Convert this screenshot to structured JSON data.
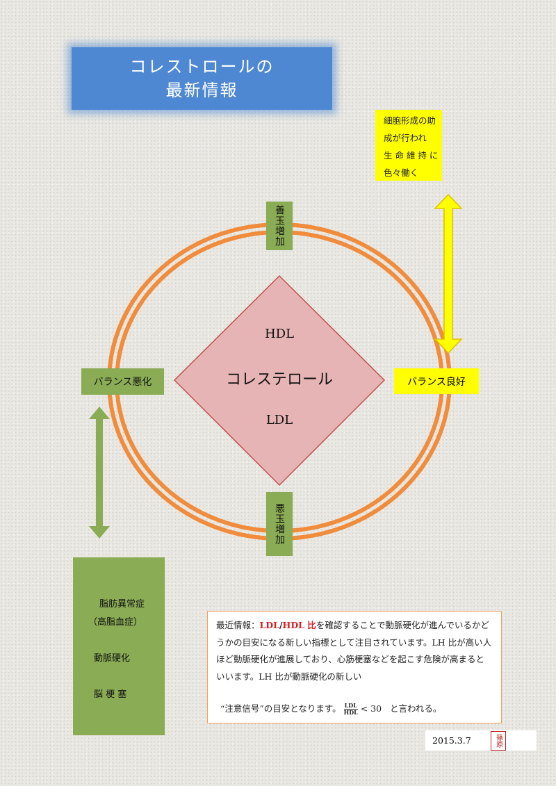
{
  "title": {
    "line1": "コレストロールの",
    "line2": "最新情報"
  },
  "info_box": {
    "lines": [
      "細胞形成の助",
      "成が行われ",
      "生 命 維 持 に",
      "色々働く"
    ]
  },
  "labels": {
    "top": "善玉増加",
    "bottom": "悪玉増加",
    "left": "バランス悪化",
    "right": "バランス良好"
  },
  "diamond": {
    "top": "HDL",
    "center": "コレステロール",
    "bottom": "LDL"
  },
  "disease": {
    "items": [
      "脂肪異常症",
      "（高脂血症）",
      "動脈硬化",
      "脳 梗 塞"
    ]
  },
  "note": {
    "prefix": "最近情報：",
    "ratio_ldl": "LDL",
    "slash": "/",
    "ratio_hdl": "HDL 比",
    "text1": "を確認することで動脈硬化が進んでいるかどうかの目安になる新しい指標として注目されています。LH 比が高い人ほど動脈硬化が進展しており、心筋梗塞などを起こす危険が高まるといいます。LH 比が動脈硬化の新しい",
    "text2": "“注意信号”の目安となります。",
    "frac_num": "LDL",
    "frac_den": "HDL",
    "inequality": "< 30",
    "text3": "と言われる。"
  },
  "footer": {
    "date": "2015.3.7",
    "seal": "篠原"
  },
  "colors": {
    "orange": "#f08c3c",
    "green": "#8aac55",
    "yellow": "#ffff00",
    "diamond": "#e6b4b4",
    "title_blue": "#4f88d2"
  }
}
